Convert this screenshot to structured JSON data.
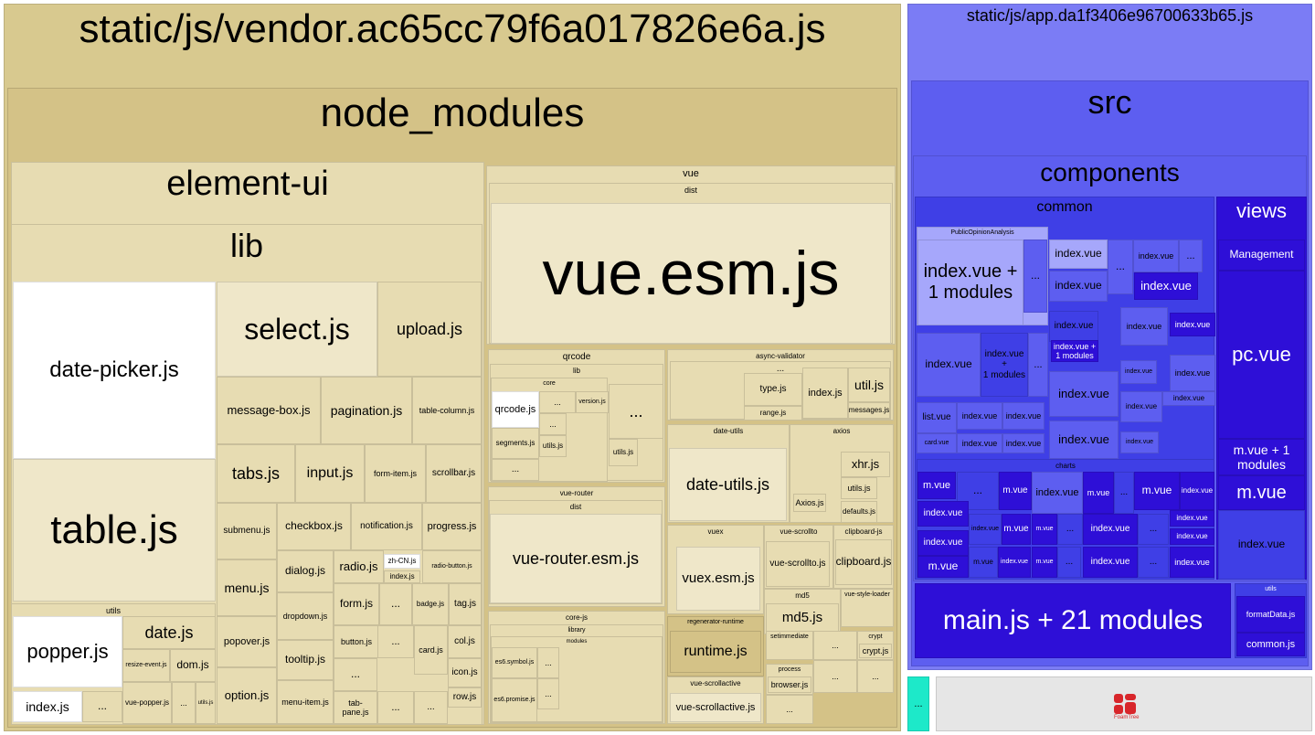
{
  "colors": {
    "vendor_bg": "#d8c98f",
    "vendor_mid": "#d4c287",
    "vendor_light": "#e7dcb2",
    "vendor_lighter": "#efe7c9",
    "vendor_white": "#ffffff",
    "app_bg": "#7b7cf5",
    "app_mid": "#5d5ef0",
    "app_deep": "#3f3fe6",
    "app_dark": "#2e0fd7",
    "app_light": "#a6a7fb",
    "collapsed_accent": "#1de9c9",
    "sidebar_gray": "#e6e6e6",
    "logo_red": "#d8262b"
  },
  "treemap": {
    "vendor": {
      "root": "static/js/vendor.ac65cc79f6a017826e6a.js",
      "node_modules": "node_modules",
      "element_ui": "element-ui",
      "lib": "lib",
      "date_picker": "date-picker.js",
      "table": "table.js",
      "select": "select.js",
      "upload": "upload.js",
      "message_box": "message-box.js",
      "pagination": "pagination.js",
      "table_column": "table-column.js",
      "tabs": "tabs.js",
      "input": "input.js",
      "form_item": "form-item.js",
      "scrollbar": "scrollbar.js",
      "submenu": "submenu.js",
      "checkbox": "checkbox.js",
      "notification": "notification.js",
      "progress": "progress.js",
      "menu": "menu.js",
      "dialog": "dialog.js",
      "radio": "radio.js",
      "zh_cn": "zh-CN.js",
      "index_small": "index.js",
      "radio_button": "radio-button.js",
      "dropdown": "dropdown.js",
      "form": "form.js",
      "badge": "badge.js",
      "tag": "tag.js",
      "popover": "popover.js",
      "button": "button.js",
      "col": "col.js",
      "tooltip": "tooltip.js",
      "card": "card.js",
      "icon": "icon.js",
      "option": "option.js",
      "menu_item": "menu-item.js",
      "tab_pane": "tab-pane.js",
      "row": "row.js",
      "utils": "utils",
      "popper": "popper.js",
      "date": "date.js",
      "resize_event": "resize-event.js",
      "dom": "dom.js",
      "index_js": "index.js",
      "vue_popper": "vue-popper.js",
      "utils_js": "utils.js",
      "vue": "vue",
      "dist": "dist",
      "vue_esm": "vue.esm.js",
      "qrcode": "qrcode",
      "qr_lib": "lib",
      "qr_core": "core",
      "qrcode_js": "qrcode.js",
      "version_js": "version.js",
      "segments_js": "segments.js",
      "async_validator": "async-validator",
      "type_js": "type.js",
      "range_js": "range.js",
      "av_index": "index.js",
      "util_js": "util.js",
      "messages_js": "messages.js",
      "date_utils_dir": "date-utils",
      "date_utils_js": "date-utils.js",
      "axios": "axios",
      "xhr_js": "xhr.js",
      "axios_utils": "utils.js",
      "axios_js": "Axios.js",
      "defaults_js": "defaults.js",
      "vue_router": "vue-router",
      "vue_router_dist": "dist",
      "vue_router_esm": "vue-router.esm.js",
      "vuex": "vuex",
      "vuex_esm": "vuex.esm.js",
      "vue_scrollto": "vue-scrollto",
      "vue_scrollto_js": "vue-scrollto.js",
      "clipboard_dir": "clipboard-js",
      "clipboard_js": "clipboard.js",
      "md5_dir": "md5",
      "md5_js": "md5.js",
      "vue_style_loader": "vue-style-loader",
      "core_js": "core-js",
      "library": "library",
      "modules": "modules",
      "es6_symbol": "es6.symbol.js",
      "es6_promise": "es6.promise.js",
      "regenerator_runtime": "regenerator-runtime",
      "runtime_js": "runtime.js",
      "vue_scrollactive": "vue-scrollactive",
      "vue_scrollactive_js": "vue-scrollactive.js",
      "setimmediate": "setimmediate",
      "process": "process",
      "browser_js": "browser.js",
      "crypt": "crypt",
      "crypt_js": "crypt.js"
    },
    "app": {
      "root": "static/js/app.da1f3406e96700633b65.js",
      "src": "src",
      "components": "components",
      "common": "common",
      "public_opinion": "PublicOpinionAnalysis",
      "index_vue_1": "index.vue + 1 modules",
      "index_vue_1_small": "index.vue +\n1 modules",
      "index_vue": "index.vue",
      "list_vue": "list.vue",
      "card_vue": "card.vue",
      "charts": "charts",
      "m_vue": "m.vue",
      "views": "views",
      "management": "Management",
      "pc_vue": "pc.vue",
      "m_vue_1": "m.vue + 1 modules",
      "main_js": "main.js + 21 modules",
      "utils": "utils",
      "format_data": "formatData.js",
      "common_js": "common.js"
    },
    "ellipsis": "...",
    "logo_text": "FoamTree"
  }
}
